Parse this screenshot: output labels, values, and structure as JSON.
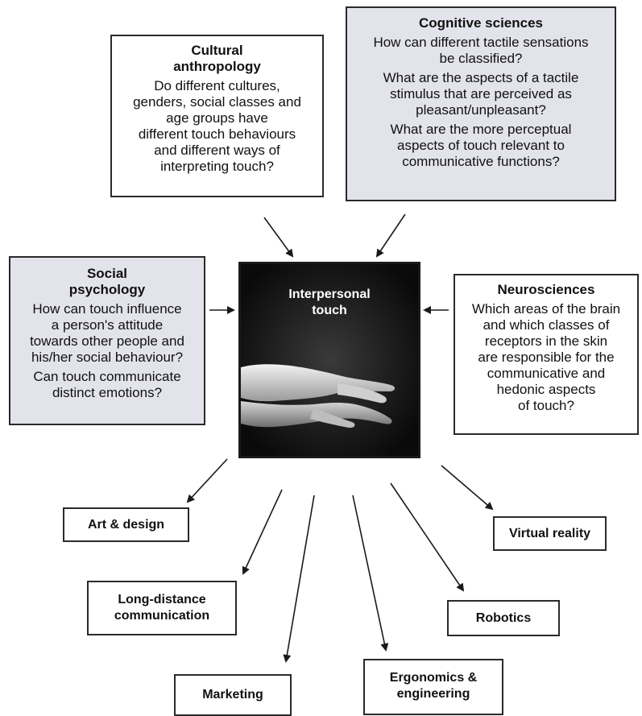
{
  "center": {
    "title_line1": "Interpersonal",
    "title_line2": "touch"
  },
  "cultural": {
    "title_line1": "Cultural",
    "title_line2": "anthropology",
    "question_lines": [
      "Do different cultures,",
      "genders, social classes and",
      "age groups have",
      "different touch behaviours",
      "and different ways of",
      "interpreting touch?"
    ]
  },
  "cognitive": {
    "title": "Cognitive sciences",
    "q1_lines": [
      "How can different tactile sensations",
      "be classified?"
    ],
    "q2_lines": [
      "What are the aspects of a tactile",
      "stimulus that are perceived as",
      "pleasant/unpleasant?"
    ],
    "q3_lines": [
      "What are the more perceptual",
      "aspects of touch relevant to",
      "communicative functions?"
    ]
  },
  "social": {
    "title_line1": "Social",
    "title_line2": "psychology",
    "q1_lines": [
      "How can touch influence",
      "a person's attitude",
      "towards other people and",
      "his/her social behaviour?"
    ],
    "q2_lines": [
      "Can touch communicate",
      "distinct emotions?"
    ]
  },
  "neuro": {
    "title": "Neurosciences",
    "question_lines": [
      "Which areas of the brain",
      "and which classes of",
      "receptors in the skin",
      "are responsible for the",
      "communicative and",
      "hedonic aspects",
      "of touch?"
    ]
  },
  "applications": {
    "art": "Art & design",
    "long_distance_line1": "Long-distance",
    "long_distance_line2": "communication",
    "marketing": "Marketing",
    "ergonomics_line1": "Ergonomics &",
    "ergonomics_line2": "engineering",
    "robotics": "Robotics",
    "virtual_reality": "Virtual reality"
  }
}
